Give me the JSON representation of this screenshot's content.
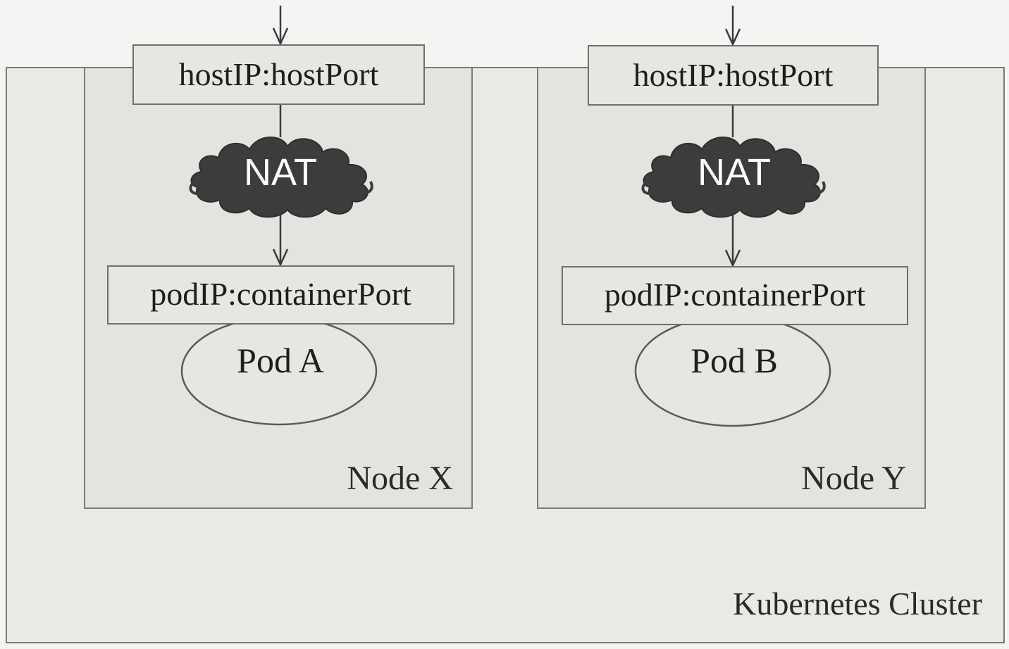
{
  "diagram": {
    "cluster_label": "Kubernetes Cluster",
    "nodes": [
      {
        "label": "Node X",
        "host_endpoint": "hostIP:hostPort",
        "nat_label": "NAT",
        "pod_endpoint": "podIP:containerPort",
        "pod_name": "Pod A"
      },
      {
        "label": "Node Y",
        "host_endpoint": "hostIP:hostPort",
        "nat_label": "NAT",
        "pod_endpoint": "podIP:containerPort",
        "pod_name": "Pod B"
      }
    ],
    "colors": {
      "cloud_fill": "#3c3c3c",
      "line": "#3a3a3a",
      "cluster_bg": "#e9e9e6",
      "node_bg": "#e3e3e0"
    }
  }
}
